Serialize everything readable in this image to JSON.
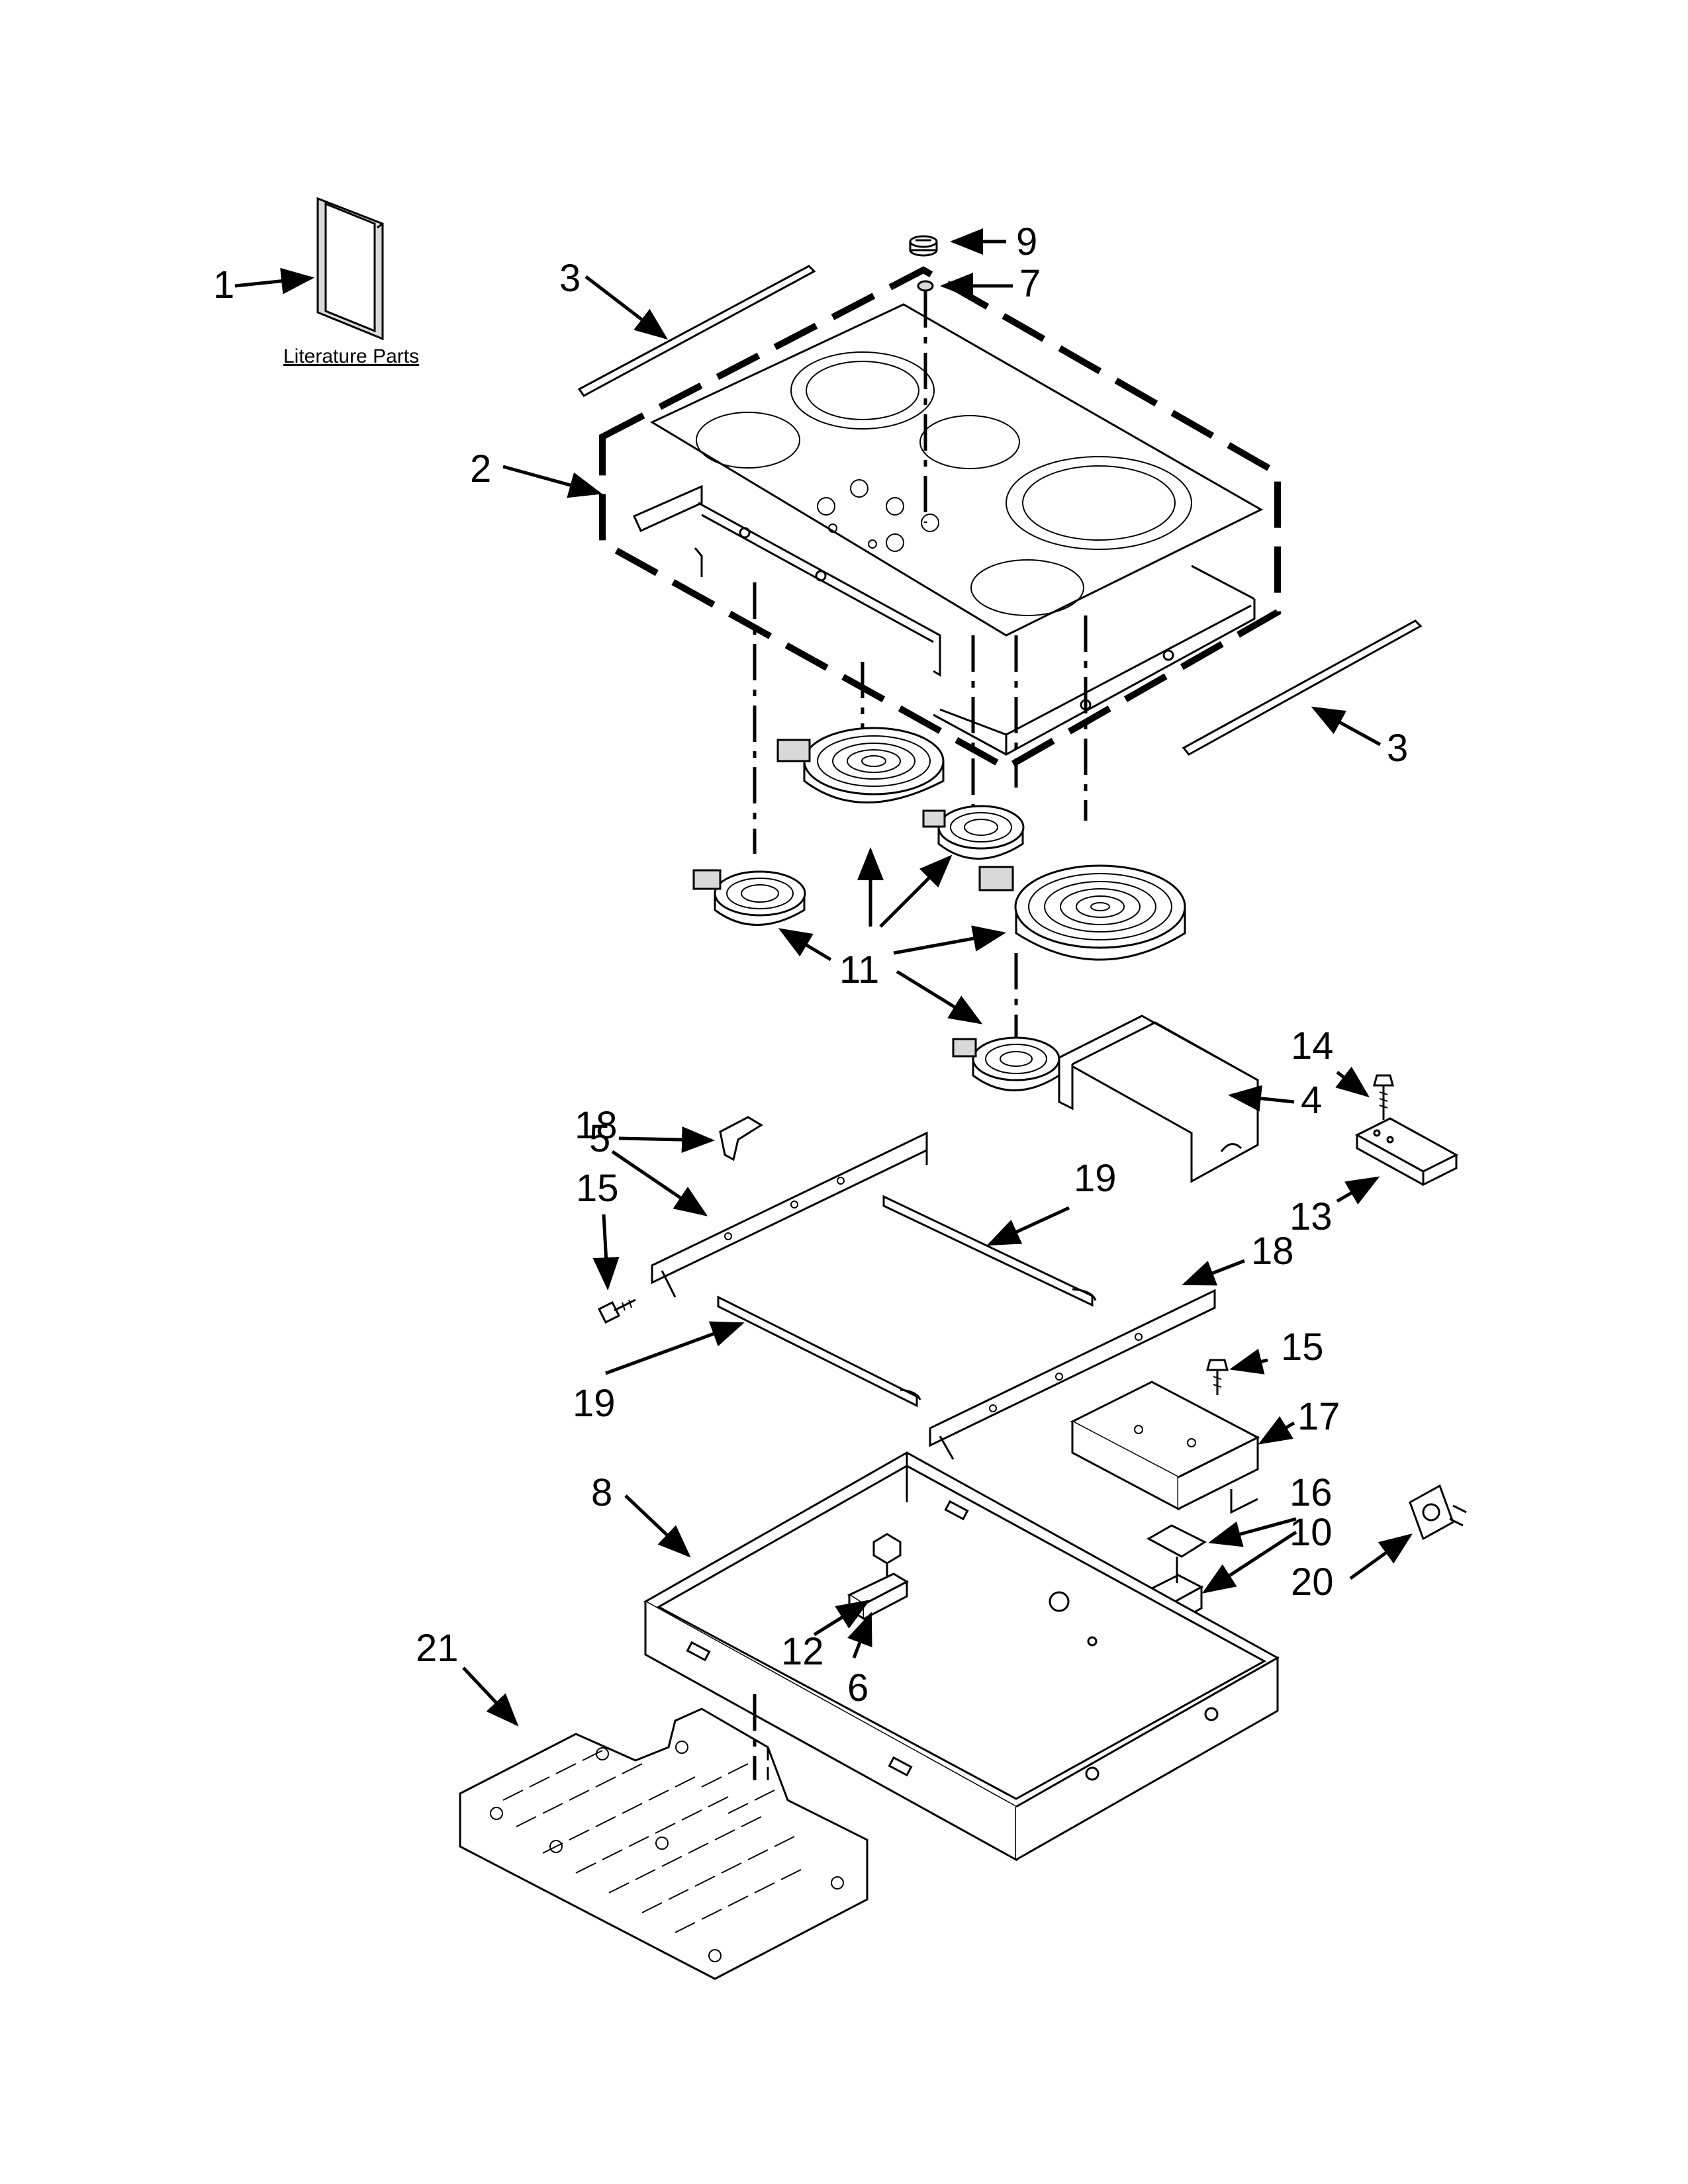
{
  "literature_label": "Literature Parts",
  "callouts": {
    "c1": "1",
    "c2": "2",
    "c3a": "3",
    "c3b": "3",
    "c4": "4",
    "c5": "5",
    "c6": "6",
    "c7": "7",
    "c8": "8",
    "c9": "9",
    "c10": "10",
    "c11": "11",
    "c12": "12",
    "c13": "13",
    "c14": "14",
    "c15a": "15",
    "c15b": "15",
    "c16": "16",
    "c17": "17",
    "c18a": "18",
    "c18b": "18",
    "c19a": "19",
    "c19b": "19",
    "c20": "20",
    "c21": "21"
  }
}
